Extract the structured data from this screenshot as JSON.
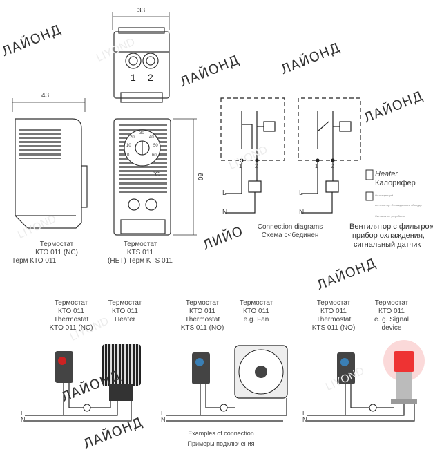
{
  "dimensions": {
    "width_mm": "33",
    "depth_mm": "43",
    "height_mm": "60"
  },
  "terminal_numbers": [
    "1",
    "2"
  ],
  "dial": {
    "unit": "°C",
    "scale": [
      "0",
      "10",
      "20",
      "30",
      "40",
      "50",
      "60"
    ]
  },
  "watermark": "ЛАЙОНД",
  "watermark_partial": "ЛИЙО",
  "ghost_brand": "LIYOND",
  "caption_kto": [
    "Термостат",
    "КТО 011 (NC)",
    "Терм КТО 011"
  ],
  "caption_kts": [
    "Термостат",
    "KTS 011",
    "(НЕТ) Терм KTS 011"
  ],
  "wiring": {
    "phase": "L",
    "neutral": "N",
    "term1": "1",
    "term2": "2"
  },
  "connection_caption": [
    "Connection diagrams",
    "Схема с<бединен"
  ],
  "legend": {
    "heater_en": "Heater",
    "heater_ru": "Калорифер",
    "fine_1": "Фильтрующий",
    "fine_2": "вентилятор. Охлаждающее оборудо",
    "fine_3": "Сигнальное устройство"
  },
  "fan_caption": [
    "Вентилятор с фильтром",
    "прибор охлаждения,",
    "сигнальный датчик"
  ],
  "examples": [
    {
      "left": [
        "Термостат",
        "КТО 011",
        "Thermostat",
        "KTO 011 (NC)"
      ],
      "right": [
        "Термостат",
        "КТО 011",
        "Heater"
      ]
    },
    {
      "left": [
        "Термостат",
        "КТО 011",
        "Thermostat",
        "KTS 011 (NO)"
      ],
      "right": [
        "Термостат",
        "КТО 011",
        "e.g. Fan"
      ]
    },
    {
      "left": [
        "Термостат",
        "КТО 011",
        "Thermostat",
        "KTS 011 (NO)"
      ],
      "right": [
        "Термостат",
        "КТО 011",
        "e. g. Signal",
        "device"
      ]
    }
  ],
  "examples_caption": [
    "Examples of connection",
    "Примеры подключения"
  ]
}
